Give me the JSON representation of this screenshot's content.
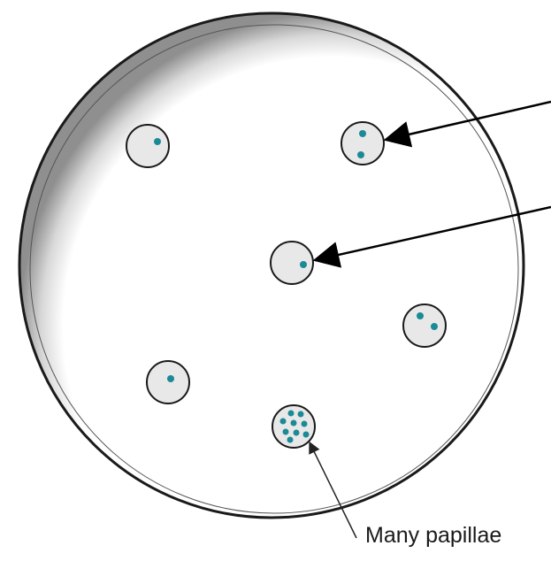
{
  "labels": {
    "many_papillae": "Many papillae"
  },
  "colors": {
    "dot": "#1a8a96",
    "colony_fill": "#e8e8e8",
    "outline": "#1a1a1a",
    "shadow": "#9a9a9a"
  },
  "colonies": [
    {
      "id": "top-left",
      "papillae_count": 1
    },
    {
      "id": "top-right",
      "papillae_count": 2
    },
    {
      "id": "center",
      "papillae_count": 1
    },
    {
      "id": "right",
      "papillae_count": 2
    },
    {
      "id": "bottom-left",
      "papillae_count": 1
    },
    {
      "id": "bottom-center",
      "papillae_count": 9
    }
  ]
}
